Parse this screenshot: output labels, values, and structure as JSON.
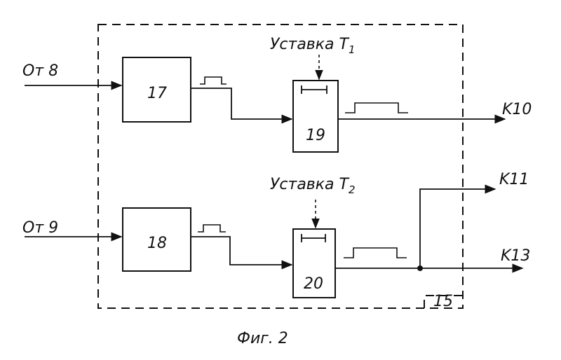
{
  "figure": {
    "caption": "Фиг. 2",
    "outer_block": {
      "number": "15"
    },
    "inputs": [
      {
        "id": "in-8",
        "label": "От 8"
      },
      {
        "id": "in-9",
        "label": "От 9"
      }
    ],
    "blocks": [
      {
        "id": "b17",
        "number": "17"
      },
      {
        "id": "b18",
        "number": "18"
      },
      {
        "id": "b19",
        "number": "19"
      },
      {
        "id": "b20",
        "number": "20"
      }
    ],
    "setpoints": [
      {
        "id": "t1",
        "prefix": "Уставка T",
        "sub": "1"
      },
      {
        "id": "t2",
        "prefix": "Уставка T",
        "sub": "2"
      }
    ],
    "outputs": [
      {
        "id": "out-10",
        "label": "K10"
      },
      {
        "id": "out-11",
        "label": "K11"
      },
      {
        "id": "out-13",
        "label": "K13"
      }
    ]
  }
}
